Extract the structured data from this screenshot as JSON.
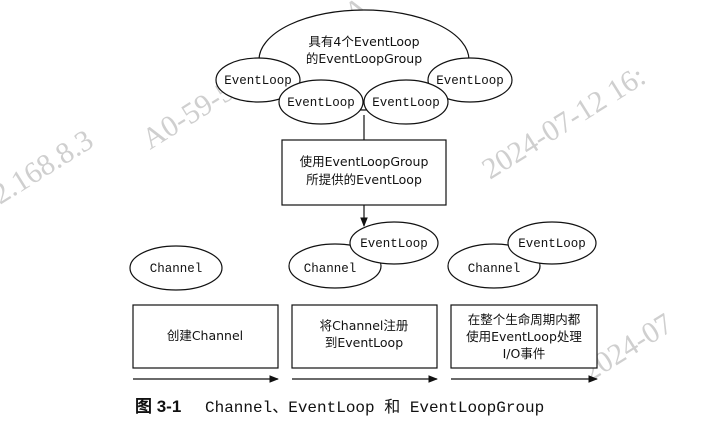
{
  "group": {
    "label_line1": "具有4个EventLoop",
    "label_line2": "的EventLoopGroup",
    "loops": [
      "EventLoop",
      "EventLoop",
      "EventLoop",
      "EventLoop"
    ]
  },
  "middle_box": {
    "line1": "使用EventLoopGroup",
    "line2": "所提供的EventLoop"
  },
  "stages": [
    {
      "channel": "Channel",
      "loop": "",
      "box_lines": [
        "创建Channel"
      ]
    },
    {
      "channel": "Channel",
      "loop": "EventLoop",
      "box_lines": [
        "将Channel注册",
        "到EventLoop"
      ]
    },
    {
      "channel": "Channel",
      "loop": "EventLoop",
      "box_lines": [
        "在整个生命周期内都",
        "使用EventLoop处理",
        "I/O事件"
      ]
    }
  ],
  "caption": {
    "number": "图 3-1",
    "text": "Channel、EventLoop 和 EventLoopGroup"
  },
  "watermark": {
    "texts": [
      "A0-59-50-6C-C5-DA",
      "2024-07-12 16:",
      "2.168.8.3",
      "2024-07"
    ]
  }
}
